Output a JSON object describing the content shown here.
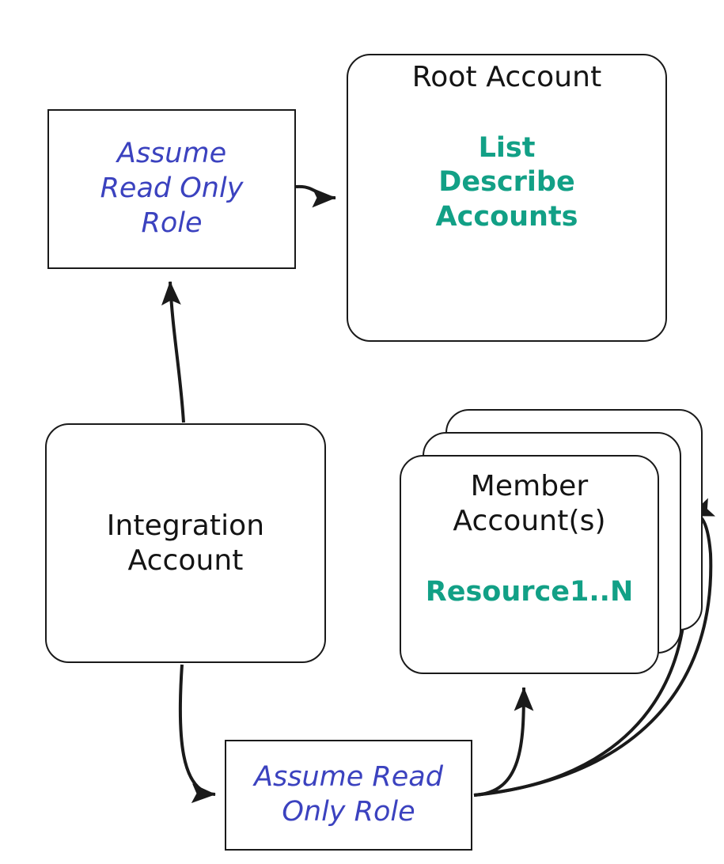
{
  "diagram": {
    "title": "AWS multi-account read-only role assumption diagram",
    "colors": {
      "accent_teal": "#12a086",
      "role_blue": "#3b42bf",
      "stroke_black": "#1a1a1a",
      "background": "#ffffff"
    },
    "nodes": {
      "assume_role_top": {
        "line1": "Assume",
        "line2": "Read Only",
        "line3": "Role",
        "shape": "rectangle"
      },
      "root_account": {
        "title": "Root Account",
        "action_line1": "List",
        "action_line2": "Describe",
        "action_line3": "Accounts",
        "shape": "rounded-rectangle"
      },
      "integration_account": {
        "line1": "Integration",
        "line2": "Account",
        "shape": "rounded-rectangle"
      },
      "member_accounts": {
        "title_line1": "Member",
        "title_line2": "Account(s)",
        "resources": "Resource1..N",
        "shape": "stacked-rounded-rectangle",
        "stack_count": 3
      },
      "assume_role_bottom": {
        "line1": "Assume Read",
        "line2": "Only Role",
        "shape": "rectangle"
      }
    },
    "edges": [
      {
        "id": "edge-assume-top-to-root",
        "from": "assume_role_top",
        "to": "root_account",
        "arrowhead": true
      },
      {
        "id": "edge-integration-to-assume-top",
        "from": "integration_account",
        "to": "assume_role_top",
        "arrowhead": true
      },
      {
        "id": "edge-integration-to-assume-bottom",
        "from": "integration_account",
        "to": "assume_role_bottom",
        "arrowhead": true
      },
      {
        "id": "edge-assume-bottom-to-member-front",
        "from": "assume_role_bottom",
        "to": "member_accounts",
        "arrowhead": true
      },
      {
        "id": "edge-assume-bottom-to-member-mid",
        "from": "assume_role_bottom",
        "to": "member_accounts",
        "arrowhead": true
      },
      {
        "id": "edge-assume-bottom-to-member-back",
        "from": "assume_role_bottom",
        "to": "member_accounts",
        "arrowhead": true
      }
    ]
  }
}
